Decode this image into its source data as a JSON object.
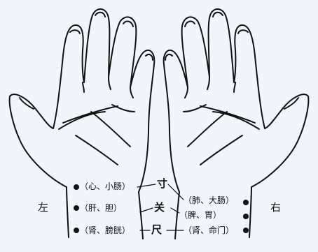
{
  "sides": {
    "left": "左",
    "right": "右"
  },
  "positions": {
    "cun": "寸",
    "guan": "关",
    "chi": "尺"
  },
  "left_wrist": {
    "cun": "（心、小肠）",
    "guan": "（肝、胆）",
    "chi": "（肾、膀胱）"
  },
  "right_wrist": {
    "cun": "（肺、大肠）",
    "guan": "（脾、胃）",
    "chi": "（肾、命门）"
  },
  "colors": {
    "line": "#111111",
    "background": "#f2f5fb"
  }
}
